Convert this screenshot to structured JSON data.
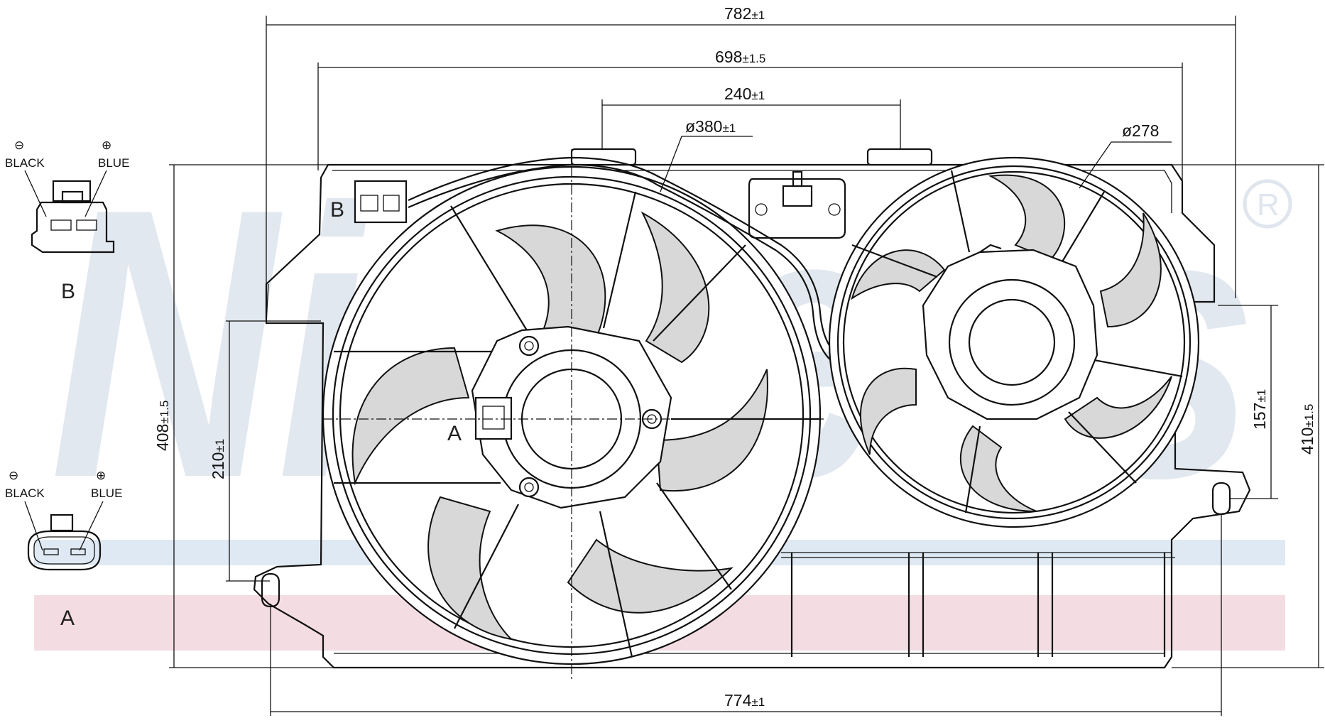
{
  "watermark": {
    "brand": "Nissens",
    "registered_mark": "®",
    "colors": {
      "letters": "#dfe6ee",
      "blue_band": "#dfe9f3",
      "red_band": "#f4dde2"
    }
  },
  "dimensions": {
    "top_overall": {
      "value": "782",
      "tol": "±1"
    },
    "top_inner": {
      "value": "698",
      "tol": "±1.5"
    },
    "clip_spacing": {
      "value": "240",
      "tol": "±1"
    },
    "large_fan_diameter": {
      "value": "ø380",
      "tol": "±1"
    },
    "small_fan_diameter": {
      "value": "ø278",
      "tol": ""
    },
    "left_height": {
      "value": "408",
      "tol": "±1.5"
    },
    "left_mount_height": {
      "value": "210",
      "tol": "±1"
    },
    "right_mount_height": {
      "value": "157",
      "tol": "±1"
    },
    "right_height": {
      "value": "410",
      "tol": "±1.5"
    },
    "bottom_overall": {
      "value": "774",
      "tol": "±1"
    }
  },
  "connector_b": {
    "label": "B",
    "neg_label": "BLACK",
    "pos_label": "BLUE",
    "neg_symbol": "⊖",
    "pos_symbol": "⊕"
  },
  "connector_a": {
    "label": "A",
    "neg_label": "BLACK",
    "pos_label": "BLUE",
    "neg_symbol": "⊖",
    "pos_symbol": "⊕"
  },
  "callouts": {
    "a": "A",
    "b": "B"
  }
}
